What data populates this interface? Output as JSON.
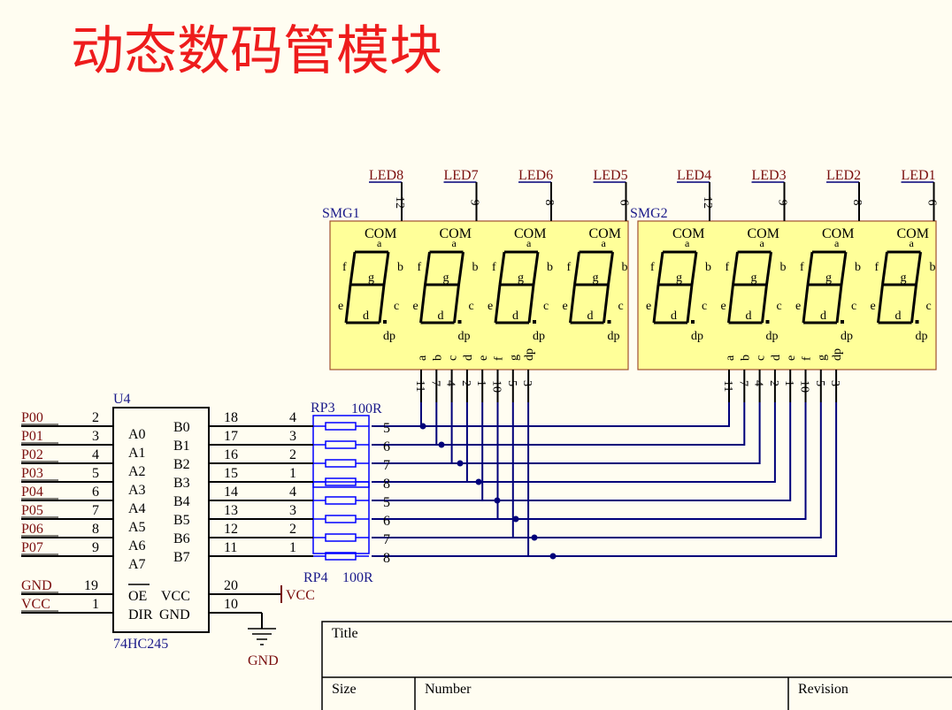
{
  "title": "动态数码管模块",
  "colors": {
    "title": "#ee1c1c",
    "net_label": "#7a0e0e",
    "wire": "#00007a",
    "resistor": "#0000ff",
    "display_fill": "#ffff99",
    "junction": "#00007a"
  },
  "digit_labels": {
    "com": "COM",
    "a": "a",
    "b": "b",
    "c": "c",
    "d": "d",
    "e": "e",
    "f": "f",
    "g": "g",
    "dp": "dp"
  },
  "displays": [
    {
      "designator": "SMG1",
      "com_labels": [
        "LED8",
        "LED7",
        "LED6",
        "LED5"
      ],
      "com_pins": [
        "12",
        "9",
        "8",
        "6"
      ],
      "segment_names": [
        "a",
        "b",
        "c",
        "d",
        "e",
        "f",
        "g",
        "dp"
      ],
      "segment_pins": [
        "11",
        "7",
        "4",
        "2",
        "1",
        "10",
        "5",
        "3"
      ]
    },
    {
      "designator": "SMG2",
      "com_labels": [
        "LED4",
        "LED3",
        "LED2",
        "LED1"
      ],
      "com_pins": [
        "12",
        "9",
        "8",
        "6"
      ],
      "segment_names": [
        "a",
        "b",
        "c",
        "d",
        "e",
        "f",
        "g",
        "dp"
      ],
      "segment_pins": [
        "11",
        "7",
        "4",
        "2",
        "1",
        "10",
        "5",
        "3"
      ]
    }
  ],
  "ic": {
    "designator": "U4",
    "part": "74HC245",
    "left_nets": [
      "P00",
      "P01",
      "P02",
      "P03",
      "P04",
      "P05",
      "P06",
      "P07"
    ],
    "left_pin_numbers": [
      "2",
      "3",
      "4",
      "5",
      "6",
      "7",
      "8",
      "9"
    ],
    "left_pin_names": [
      "A0",
      "A1",
      "A2",
      "A3",
      "A4",
      "A5",
      "A6",
      "A7"
    ],
    "right_pin_names": [
      "B0",
      "B1",
      "B2",
      "B3",
      "B4",
      "B5",
      "B6",
      "B7"
    ],
    "right_pin_numbers": [
      "18",
      "17",
      "16",
      "15",
      "14",
      "13",
      "12",
      "11"
    ],
    "ctrl": {
      "oe_net": "GND",
      "oe_num": "19",
      "oe_name": "OE",
      "vcc_name": "VCC",
      "vcc_num": "20",
      "dir_net": "VCC",
      "dir_num": "1",
      "dir_name": "DIR",
      "gnd_name": "GND",
      "gnd_num": "10"
    }
  },
  "power": {
    "vcc": "VCC",
    "gnd": "GND"
  },
  "resnets": [
    {
      "designator": "RP3",
      "value": "100R",
      "left_pins": [
        "4",
        "3",
        "2",
        "1"
      ],
      "right_pins": [
        "5",
        "6",
        "7",
        "8"
      ]
    },
    {
      "designator": "RP4",
      "value": "100R",
      "left_pins": [
        "4",
        "3",
        "2",
        "1"
      ],
      "right_pins": [
        "5",
        "6",
        "7",
        "8"
      ]
    }
  ],
  "title_block": {
    "title": "Title",
    "size": "Size",
    "number": "Number",
    "revision": "Revision"
  }
}
